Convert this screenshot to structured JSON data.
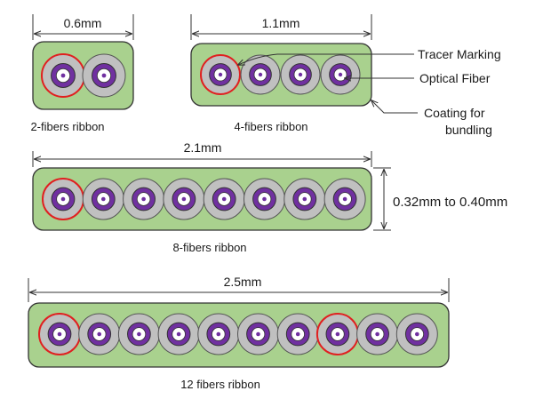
{
  "colors": {
    "ribbon_fill": "#a9d18e",
    "ribbon_stroke": "#333333",
    "cladding_fill": "#c0c0c0",
    "core_fill": "#7030a0",
    "center_fill": "#ffffff",
    "tracer_ring": "#e02020",
    "line": "#333333"
  },
  "ribbons": [
    {
      "fibers": 2,
      "dimension": "0.6mm",
      "caption": "2-fibers ribbon",
      "tracer_fibers": [
        1
      ]
    },
    {
      "fibers": 4,
      "dimension": "1.1mm",
      "caption": "4-fibers ribbon",
      "tracer_fibers": [
        1
      ]
    },
    {
      "fibers": 8,
      "dimension": "2.1mm",
      "caption": "8-fibers ribbon",
      "tracer_fibers": [
        1
      ]
    },
    {
      "fibers": 10,
      "dimension": "2.5mm",
      "caption": "12  fibers ribbon",
      "tracer_fibers": [
        1,
        8
      ]
    }
  ],
  "thickness_label": "0.32mm to 0.40mm",
  "callouts": {
    "tracer": "Tracer Marking",
    "fiber": "Optical Fiber",
    "coating_line1": "Coating for",
    "coating_line2": "bundling"
  }
}
